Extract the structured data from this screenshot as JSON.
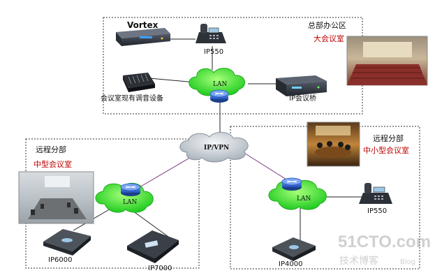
{
  "hq": {
    "area_label": "总部办公区",
    "room_label": "大会议室",
    "vortex_label": "Vortex",
    "phone_label": "IP550",
    "mixer_label": "会议室现有调音设备",
    "bridge_label": "IP会议桥",
    "lan_label": "LAN"
  },
  "wan": {
    "label": "IP/VPN"
  },
  "left_branch": {
    "branch_label": "远程分部",
    "room_label": "中型会议室",
    "lan_label": "LAN",
    "phone1_label": "IP6000",
    "phone2_label": "IP7000"
  },
  "right_branch": {
    "branch_label": "远程分部",
    "room_label": "中小型会议室",
    "lan_label": "LAN",
    "phone1_label": "IP550",
    "phone2_label": "IP4000"
  },
  "watermark": {
    "main": "51CTO.com",
    "sub": "技术博客",
    "tail": "Blog"
  },
  "colors": {
    "lan_cloud": "#33dd33",
    "wan_cloud": "#d0d6dc",
    "router": "#2f66d6",
    "link_line": "#7a3a7a",
    "room_label": "#c00000"
  }
}
